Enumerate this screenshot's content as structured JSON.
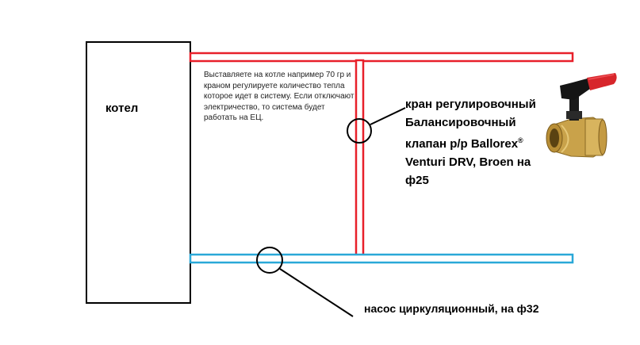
{
  "boiler": {
    "label": "котел"
  },
  "note": {
    "text": "Выставляете на котле например 70 гр и краном регулируете количество тепла которое идет в систему. Если отключают электричество, то система будет работать на ЕЦ."
  },
  "valve": {
    "label_line1": "кран регулировочный",
    "label_line2": "Балансировочный",
    "label_line3": "клапан р/р Ballorex",
    "label_mark": "®",
    "label_line4": "Venturi DRV, Broen на",
    "label_line5": "ф25",
    "icon": "ball-valve-with-red-handle"
  },
  "pump": {
    "label": "насос циркуляционный, на ф32"
  },
  "colors": {
    "supply_pipe": "#e8202a",
    "return_pipe": "#2aa8d8",
    "outline": "#000000",
    "valve_brass": "#c9a24a",
    "valve_handle": "#d7262b"
  }
}
